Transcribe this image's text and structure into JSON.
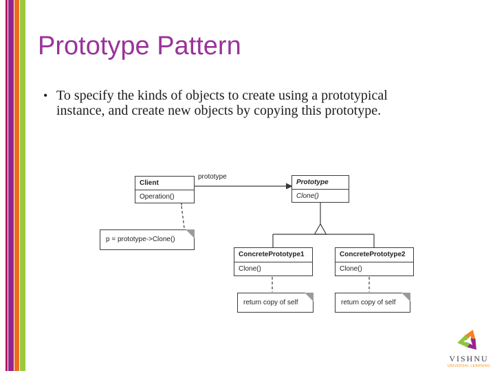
{
  "slide": {
    "title": "Prototype Pattern",
    "bullet_glyph": "•",
    "bullet_text": "To specify the kinds of objects to create using a prototypical instance, and create new objects by copying this prototype."
  },
  "diagram": {
    "client": {
      "name": "Client",
      "operation": "Operation()"
    },
    "prototype": {
      "name": "Prototype",
      "operation": "Clone()"
    },
    "association_label": "prototype",
    "concrete1": {
      "name": "ConcretePrototype1",
      "operation": "Clone()"
    },
    "concrete2": {
      "name": "ConcretePrototype2",
      "operation": "Clone()"
    },
    "notes": {
      "client_code": "p = prototype->Clone()",
      "return1": "return copy of self",
      "return2": "return copy of self"
    }
  },
  "logo": {
    "name": "VISHNU",
    "tagline": "UNIVERSAL LEARNING"
  },
  "colors": {
    "title-purple": "#993399",
    "stripe-crimson": "#b2175f",
    "stripe-purple": "#92278f",
    "stripe-orange": "#ee6b23",
    "stripe-green": "#9aca3b",
    "diagram-line": "#3a3a3a",
    "note-fold": "#9a9a9a",
    "logo-orange": "#f7941d",
    "logo-purple": "#92278f",
    "logo-green": "#8dc63f"
  }
}
